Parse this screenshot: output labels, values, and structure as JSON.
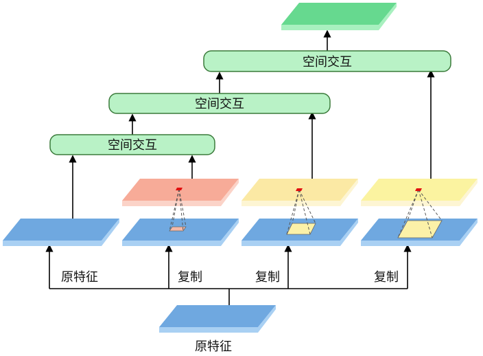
{
  "modules": {
    "interact_1": "空间交互",
    "interact_2": "空间交互",
    "interact_3": "空间交互"
  },
  "labels": {
    "original_feature_bottom": "原特征",
    "original_feature_branch": "原特征",
    "copy_1": "复制",
    "copy_2": "复制",
    "copy_3": "复制"
  },
  "colors": {
    "feature_blue_top": "#6fa8e0",
    "feature_blue_side": "#a9d0f3",
    "output_green_top": "#66d98f",
    "output_green_side": "#a8f0bf",
    "module_fill": "#b9f2c6",
    "module_stroke": "#3a7a3a",
    "salmon_top": "#f7ab98",
    "salmon_side": "#fbd3c8",
    "yellow_top": "#fbe9a4",
    "yellow_top_light": "#fbf3a0",
    "yellow_side": "#fdf5d3",
    "window_yellow": "#fbf1a8",
    "window_pink": "#f5b9a8",
    "marker_red": "#e01010"
  },
  "icons": {
    "arrow": "arrow-up-icon",
    "window": "sampling-window-icon",
    "marker": "anchor-point-icon"
  }
}
